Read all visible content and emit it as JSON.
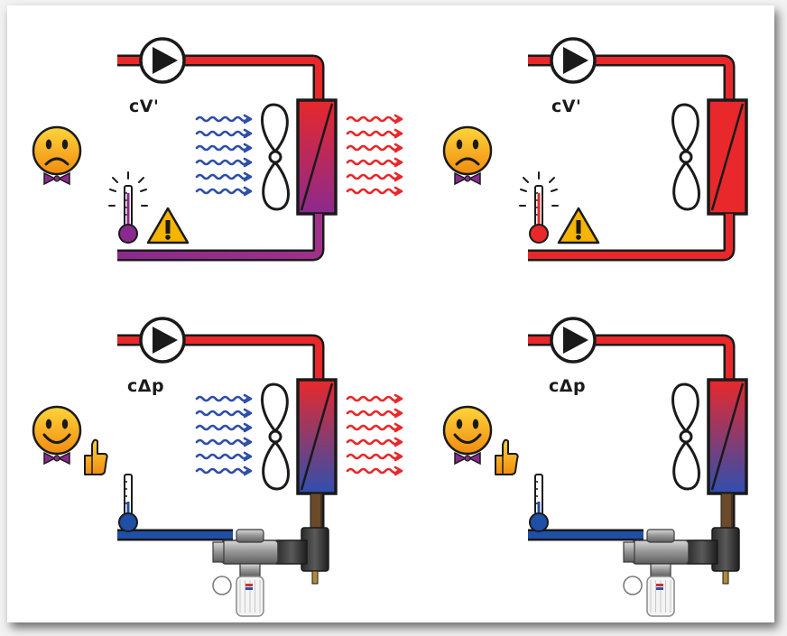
{
  "panels": [
    {
      "id": "tl",
      "pump_label": "cV'",
      "state": "bad"
    },
    {
      "id": "tr",
      "pump_label": "cV'",
      "state": "bad"
    },
    {
      "id": "bl",
      "pump_label": "cΔp",
      "state": "good"
    },
    {
      "id": "br",
      "pump_label": "cΔp",
      "state": "good"
    }
  ],
  "colors": {
    "supply": "#e8282a",
    "return_bad": "#8b2a8e",
    "return_good": "#1f4fa6",
    "air_cold": "#2e4fa8",
    "air_warm": "#e8282a",
    "warning": "#f5b400",
    "smiley": "#f7b21c",
    "bowtie": "#8b2a8e"
  },
  "icons": [
    "pump-icon",
    "fan-icon",
    "heat-exchanger-icon",
    "thermometer-icon",
    "warning-icon",
    "sad-smiley-icon",
    "happy-smiley-icon",
    "thumbs-up-icon",
    "valve-icon",
    "air-flow-icon"
  ]
}
